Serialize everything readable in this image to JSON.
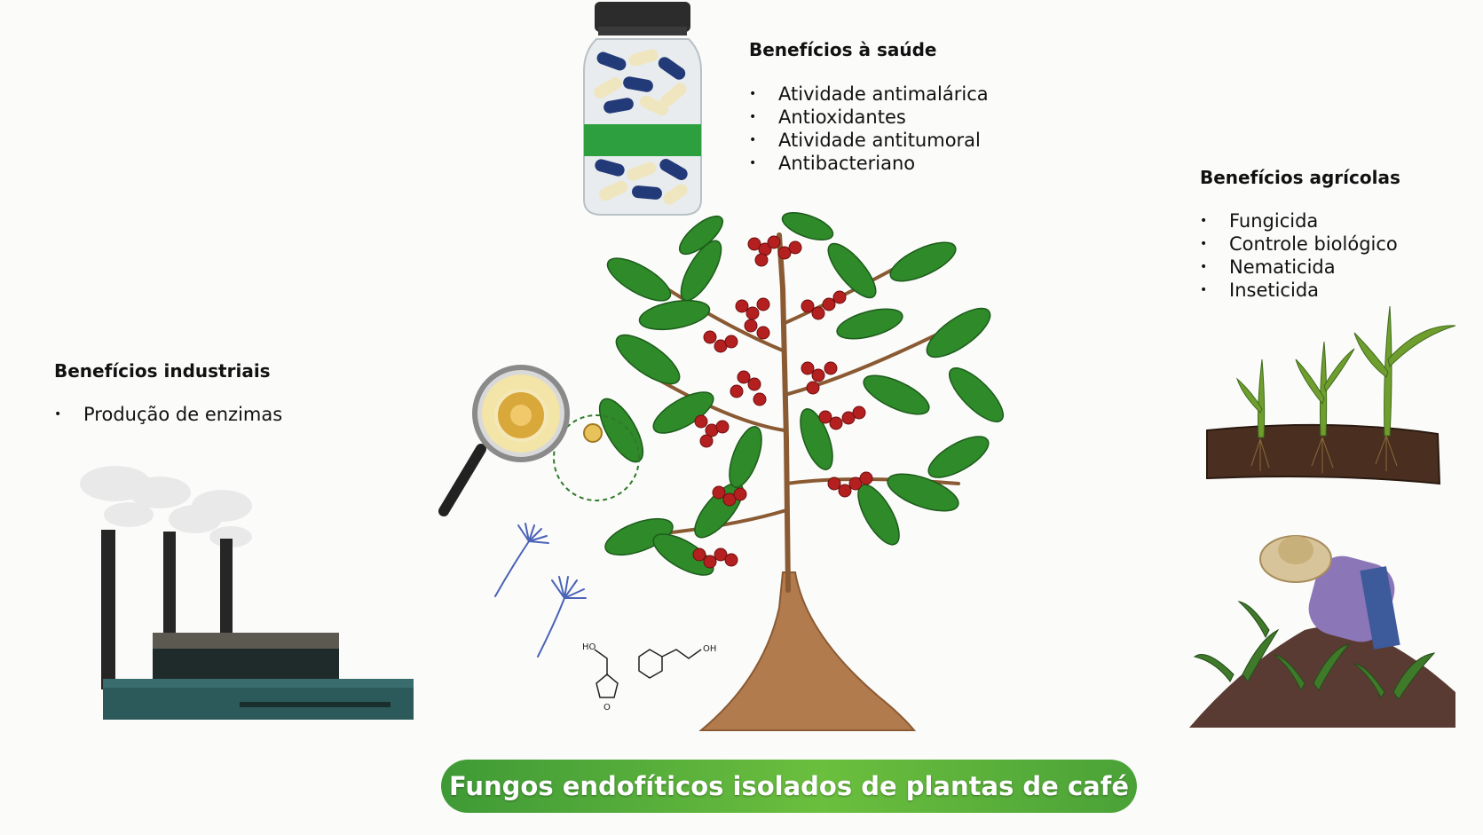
{
  "health": {
    "heading": "Benefícios à saúde",
    "items": [
      "Atividade antimalárica",
      "Antioxidantes",
      "Atividade antitumoral",
      "Antibacteriano"
    ]
  },
  "agricultural": {
    "heading": "Benefícios agrícolas",
    "items": [
      "Fungicida",
      "Controle biológico",
      "Nematicida",
      "Inseticida"
    ]
  },
  "industrial": {
    "heading": "Benefícios industriais",
    "items": [
      "Produção de enzimas"
    ]
  },
  "banner": {
    "title": "Fungos endofíticos isolados de plantas de café"
  },
  "molecules": {
    "label_a": "HO",
    "label_b": "OH",
    "label_c": "O"
  },
  "colors": {
    "banner_green": "#5bb03b",
    "leaf": "#2f8a2a",
    "berry": "#b3201f",
    "soil": "#b27b4e",
    "capsule_blue": "#223a78",
    "capsule_cream": "#efe6bf",
    "fungus_line": "#4a63b8"
  },
  "icons": [
    "pill-bottle",
    "coffee-plant",
    "magnifier",
    "fungus-spore",
    "molecule",
    "factory",
    "seedlings",
    "farmer"
  ]
}
